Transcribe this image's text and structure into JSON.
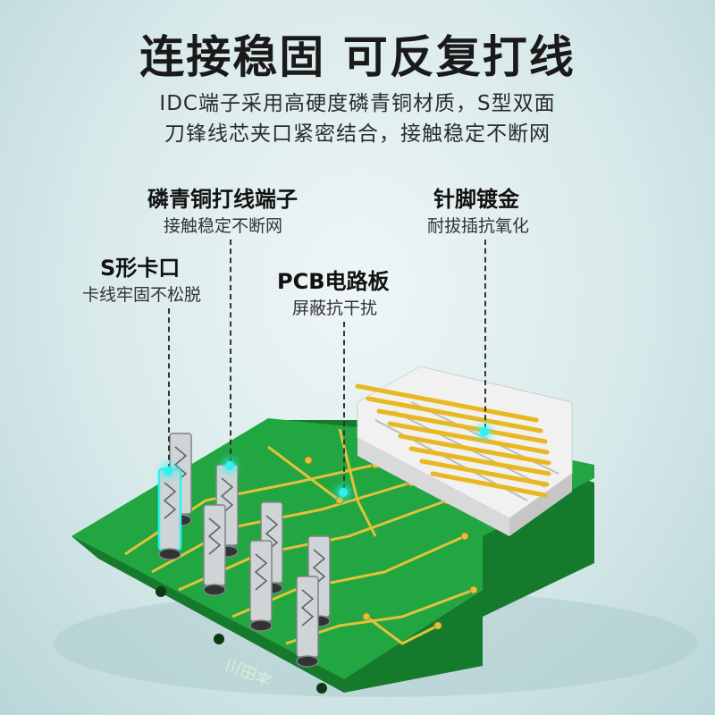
{
  "headline": "连接稳固 可反复打线",
  "subline": [
    "IDC端子采用高硬度磷青铜材质，S型双面",
    "刀锋线芯夹口紧密结合，接触稳定不断网"
  ],
  "callouts": [
    {
      "title": "磷青铜打线端子",
      "desc": "接触稳定不断网"
    },
    {
      "title": "针脚镀金",
      "desc": "耐拔插抗氧化"
    },
    {
      "title": "S形卡口",
      "desc": "卡线牢固不松脱"
    },
    {
      "title": "PCB电路板",
      "desc": "屏蔽抗干扰"
    }
  ],
  "board_marking": "本田川",
  "colors": {
    "pcb": "#1f9c3c",
    "pcb_edge": "#167a2d",
    "trace": "#e2c23a",
    "gold": "#e8b820",
    "accent": "#2ff2f0"
  }
}
